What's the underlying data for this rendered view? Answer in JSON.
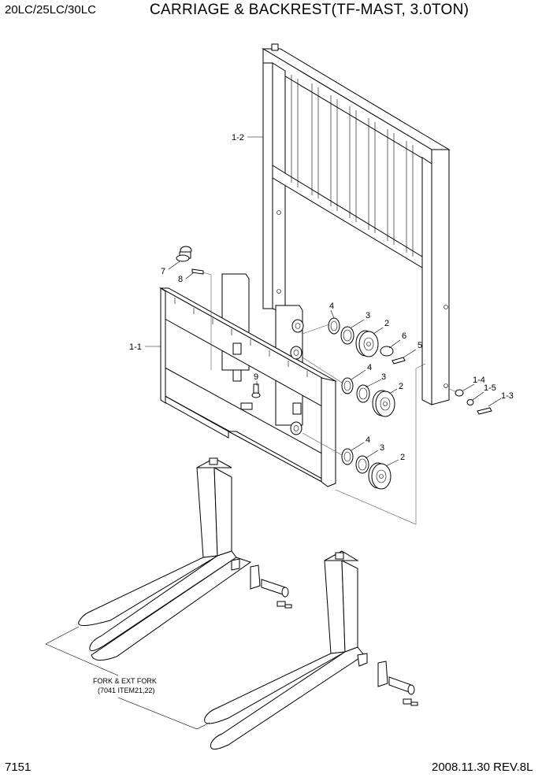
{
  "header": {
    "model": "20LC/25LC/30LC",
    "title": "CARRIAGE & BACKREST(TF-MAST, 3.0TON)"
  },
  "footer": {
    "page_number": "7151",
    "date_rev": "2008.11.30  REV.8L"
  },
  "callouts": {
    "backrest": "1-2",
    "carriage": "1-1",
    "bolt_1_3": "1-3",
    "washer_1_4": "1-4",
    "washer_1_5": "1-5",
    "roller_top": "2",
    "shim_top": "3",
    "ring_top": "4",
    "bolt_5": "5",
    "washer_6": "6",
    "roller_mid": "2",
    "shim_mid": "3",
    "ring_mid": "4",
    "roller_bot": "2",
    "shim_bot": "3",
    "ring_bot": "4",
    "grease_nipple_7": "7",
    "bolt_8": "8",
    "part_9": "9"
  },
  "fork_note": {
    "line1": "FORK & EXT FORK",
    "line2": "(7041 ITEM21,22)"
  }
}
